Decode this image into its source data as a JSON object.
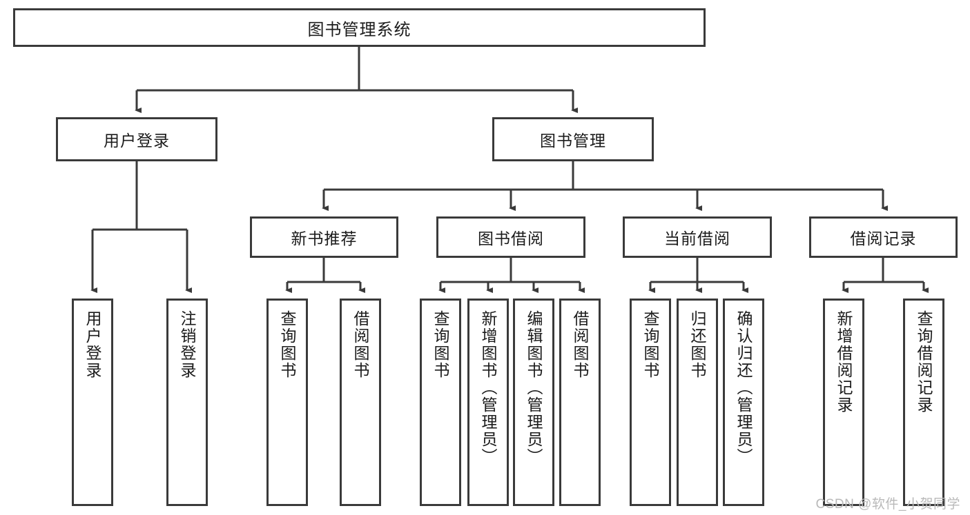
{
  "diagram": {
    "title": "图书管理系统",
    "type": "tree-hierarchy-diagram",
    "colors": {
      "stroke": "#3a3a3a",
      "fill": "#ffffff",
      "text": "#1b1b1b",
      "watermark": "#b9b9b9"
    },
    "watermark": "CSDN @软件_小贺同学",
    "nodes": {
      "root": {
        "label": "图书管理系统"
      },
      "level2": [
        {
          "label": "用户登录"
        },
        {
          "label": "图书管理"
        }
      ],
      "level3": [
        {
          "label": "新书推荐"
        },
        {
          "label": "图书借阅"
        },
        {
          "label": "当前借阅"
        },
        {
          "label": "借阅记录"
        }
      ],
      "leaves": {
        "user_login": [
          {
            "label": "用户登录"
          },
          {
            "label": "注销登录"
          }
        ],
        "new_book_recommend": [
          {
            "label": "查询图书"
          },
          {
            "label": "借阅图书"
          }
        ],
        "book_borrow": [
          {
            "label": "查询图书"
          },
          {
            "label": "新增图书（管理员）"
          },
          {
            "label": "编辑图书（管理员）"
          },
          {
            "label": "借阅图书"
          }
        ],
        "current_borrow": [
          {
            "label": "查询图书"
          },
          {
            "label": "归还图书"
          },
          {
            "label": "确认归还（管理员）"
          }
        ],
        "borrow_records": [
          {
            "label": "新增借阅记录"
          },
          {
            "label": "查询借阅记录"
          }
        ]
      }
    }
  }
}
